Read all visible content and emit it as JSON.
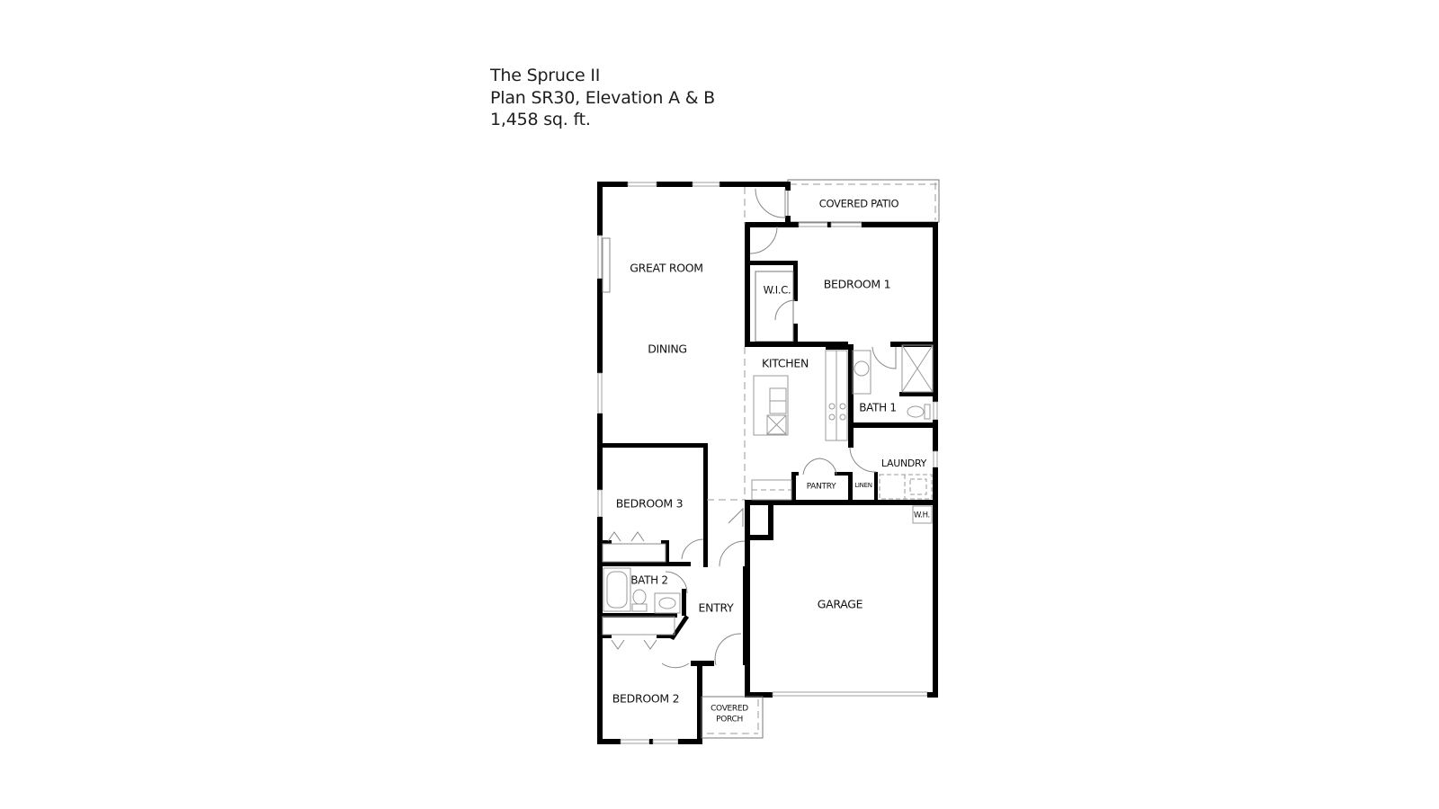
{
  "header": {
    "plan_name": "The Spruce II",
    "plan_code": "Plan SR30, Elevation A & B",
    "square_feet": "1,458 sq. ft."
  },
  "rooms": {
    "covered_patio": "COVERED PATIO",
    "great_room": "GREAT ROOM",
    "dining": "DINING",
    "wic": "W.I.C.",
    "bedroom1": "BEDROOM 1",
    "kitchen": "KITCHEN",
    "bath1": "BATH 1",
    "laundry": "LAUNDRY",
    "pantry": "PANTRY",
    "linen": "LINEN",
    "wh": "W.H.",
    "bedroom3": "BEDROOM 3",
    "bath2": "BATH 2",
    "entry": "ENTRY",
    "garage": "GARAGE",
    "bedroom2": "BEDROOM 2",
    "covered_porch_line1": "COVERED",
    "covered_porch_line2": "PORCH"
  }
}
